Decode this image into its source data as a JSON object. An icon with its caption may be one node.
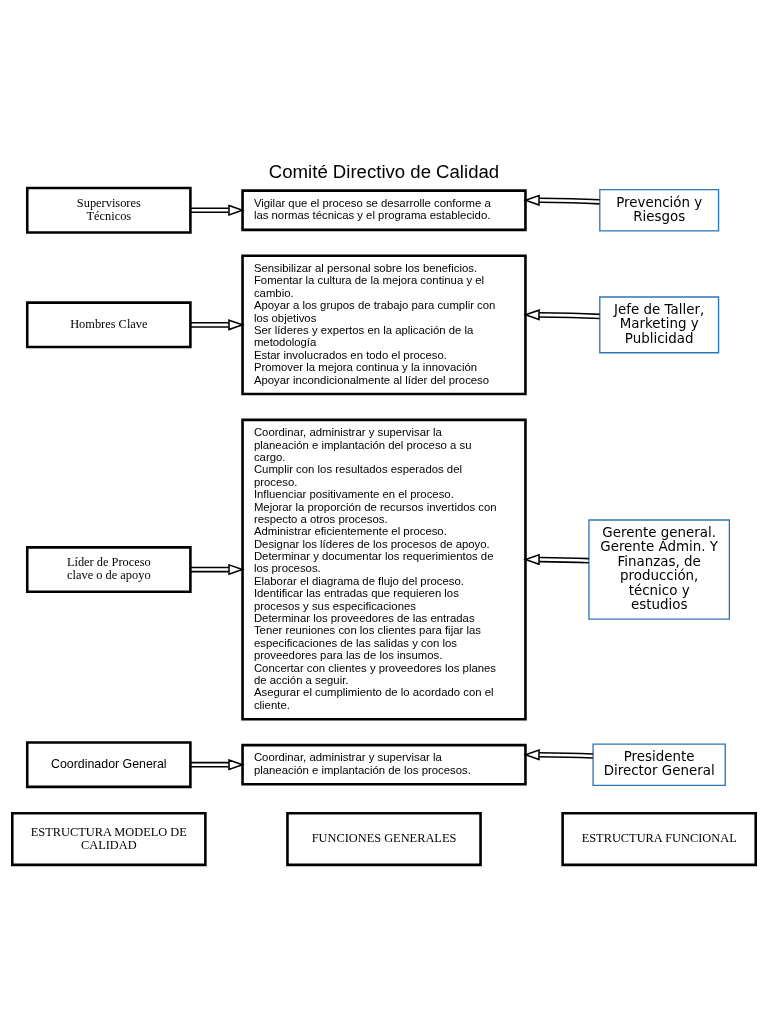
{
  "diagram": {
    "title": "Comité Directivo de Calidad",
    "nodes": [
      {
        "text": [
          "ESTRUCTURA MODELO DE CALIDAD"
        ]
      },
      {
        "text": [
          "FUNCIONES GENERALES"
        ]
      },
      {
        "text": [
          "ESTRUCTURA FUNCIONAL"
        ]
      },
      {
        "text": [
          "Coordinador General"
        ]
      },
      {
        "text": [
          "Coordinar, administrar y supervisar la planeación e implantación de los procesos."
        ]
      },
      {
        "text": [
          "Presidente Director General"
        ]
      },
      {
        "text": [
          "Líder de Proceso clave o de apoyo"
        ]
      },
      {
        "text": [
          "Coordinar, administrar y supervisar la planeación e implantación del proceso a su cargo.",
          "Cumplir con los resultados esperados del proceso.",
          "Influenciar positivamente en el proceso.",
          "Mejorar la proporción de recursos invertidos con respecto a otros procesos.",
          "Administrar eficientemente el proceso.",
          "Designar los líderes de los procesos de apoyo.",
          "Determinar y documentar los requerimientos de los procesos.",
          "Elaborar el diagrama de flujo del proceso.",
          "Identificar las entradas que requieren los procesos y sus especificaciones",
          "Determinar los proveedores de las entradas",
          "Tener reuniones con los clientes para fijar las especificaciones de las salidas y con los proveedores para las de los insumos.",
          "Concertar con clientes y proveedores los planes de acción a seguir.",
          "Asegurar el cumplimiento de lo acordado con el cliente."
        ]
      },
      {
        "text": [
          "Gerente general. Gerente Admin. Y Finanzas, de producción, técnico y estudios"
        ]
      },
      {
        "text": [
          "Hombres Clave"
        ]
      },
      {
        "text": [
          "Sensibilizar al personal sobre los beneficios.",
          "Fomentar la cultura de la mejora continua y el cambio.",
          "Apoyar a los grupos de trabajo para cumplir con los objetivos",
          "Ser líderes y expertos en la aplicación de la metodología",
          "Estar involucrados en todo el proceso.",
          "Promover la mejora continua y la innovación",
          "Apoyar incondicionalmente al líder del proceso"
        ]
      },
      {
        "text": [
          "Jefe de Taller, Marketing y Publicidad"
        ]
      },
      {
        "text": [
          "Supervisores Técnicos"
        ]
      },
      {
        "text": [
          "Vigilar que el proceso se desarrolle conforme a las normas técnicas y el programa establecido."
        ]
      },
      {
        "text": [
          "Prevención y Riesgos"
        ]
      }
    ],
    "edges": [
      {
        "from": 3,
        "to": 4,
        "arrow": "to"
      },
      {
        "from": 5,
        "to": 4,
        "arrow": "to"
      },
      {
        "from": 6,
        "to": 7,
        "arrow": "to"
      },
      {
        "from": 8,
        "to": 7,
        "arrow": "to"
      },
      {
        "from": 9,
        "to": 10,
        "arrow": "to"
      },
      {
        "from": 11,
        "to": 10,
        "arrow": "to"
      },
      {
        "from": 12,
        "to": 13,
        "arrow": "to"
      },
      {
        "from": 14,
        "to": 13,
        "arrow": "to"
      }
    ]
  }
}
